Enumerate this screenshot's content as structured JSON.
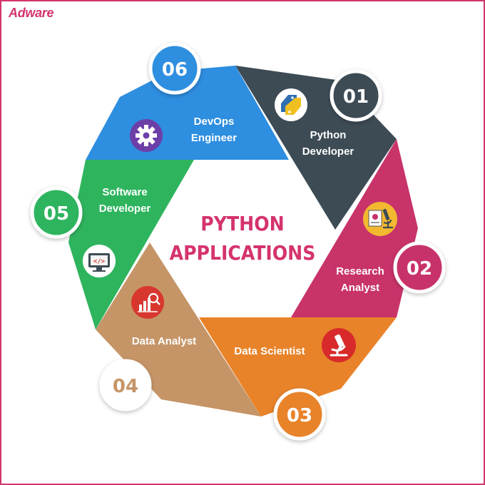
{
  "brand": "Adware",
  "title": {
    "line1": "PYTHON",
    "line2": "APPLICATIONS"
  },
  "segments": [
    {
      "number": "01",
      "label_line1": "Python",
      "label_line2": "Developer",
      "icon": "python-logo-icon",
      "color": "#3d4b55"
    },
    {
      "number": "02",
      "label_line1": "Research",
      "label_line2": "Analyst",
      "icon": "microscope-report-icon",
      "color": "#c8336a"
    },
    {
      "number": "03",
      "label_line1": "Data Scientist",
      "label_line2": "",
      "icon": "microscope-icon",
      "color": "#e8832a"
    },
    {
      "number": "04",
      "label_line1": "Data Analyst",
      "label_line2": "",
      "icon": "chart-magnifier-icon",
      "color": "#c59567"
    },
    {
      "number": "05",
      "label_line1": "Software",
      "label_line2": "Developer",
      "icon": "code-monitor-icon",
      "color": "#2fb45e"
    },
    {
      "number": "06",
      "label_line1": "DevOps",
      "label_line2": "Engineer",
      "icon": "gear-icon",
      "color": "#2e8ee0"
    }
  ]
}
